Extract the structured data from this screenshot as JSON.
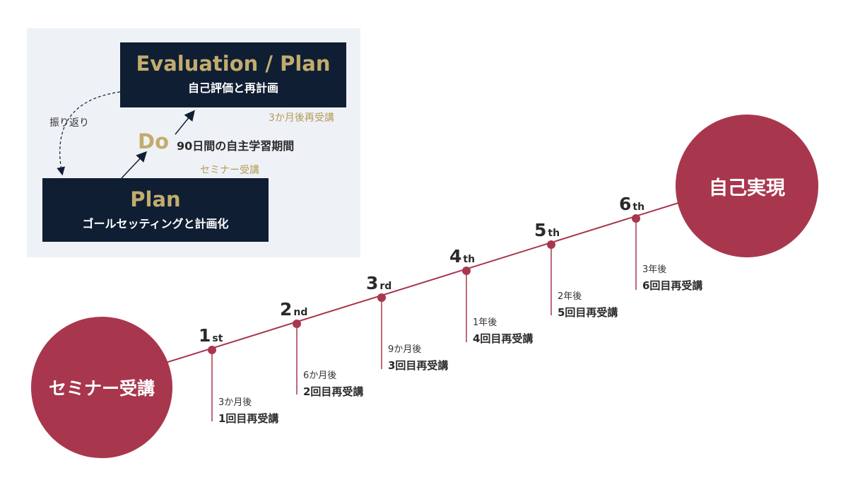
{
  "cycle": {
    "evaluation": {
      "title": "Evaluation / Plan",
      "subtitle": "自己評価と再計画"
    },
    "plan": {
      "title": "Plan",
      "subtitle": "ゴールセッティングと計画化"
    },
    "do": {
      "title": "Do",
      "desc": "90日間の自主学習期間"
    },
    "feedback_label": "振り返り",
    "retake_label": "3か月後再受講",
    "seminar_label": "セミナー受講"
  },
  "journey": {
    "start": "セミナー受講",
    "end": "自己実現",
    "steps": [
      {
        "num": "1",
        "suffix": "st",
        "time": "3か月後",
        "session": "1回目再受講"
      },
      {
        "num": "2",
        "suffix": "nd",
        "time": "6か月後",
        "session": "2回目再受講"
      },
      {
        "num": "3",
        "suffix": "rd",
        "time": "9か月後",
        "session": "3回目再受講"
      },
      {
        "num": "4",
        "suffix": "th",
        "time": "1年後",
        "session": "4回目再受講"
      },
      {
        "num": "5",
        "suffix": "th",
        "time": "2年後",
        "session": "5回目再受講"
      },
      {
        "num": "6",
        "suffix": "th",
        "time": "3年後",
        "session": "6回目再受講"
      }
    ]
  },
  "colors": {
    "navy": "#0f1e33",
    "gold": "#c2ac6d",
    "crimson": "#a8374e",
    "panel": "#eef2f7"
  }
}
